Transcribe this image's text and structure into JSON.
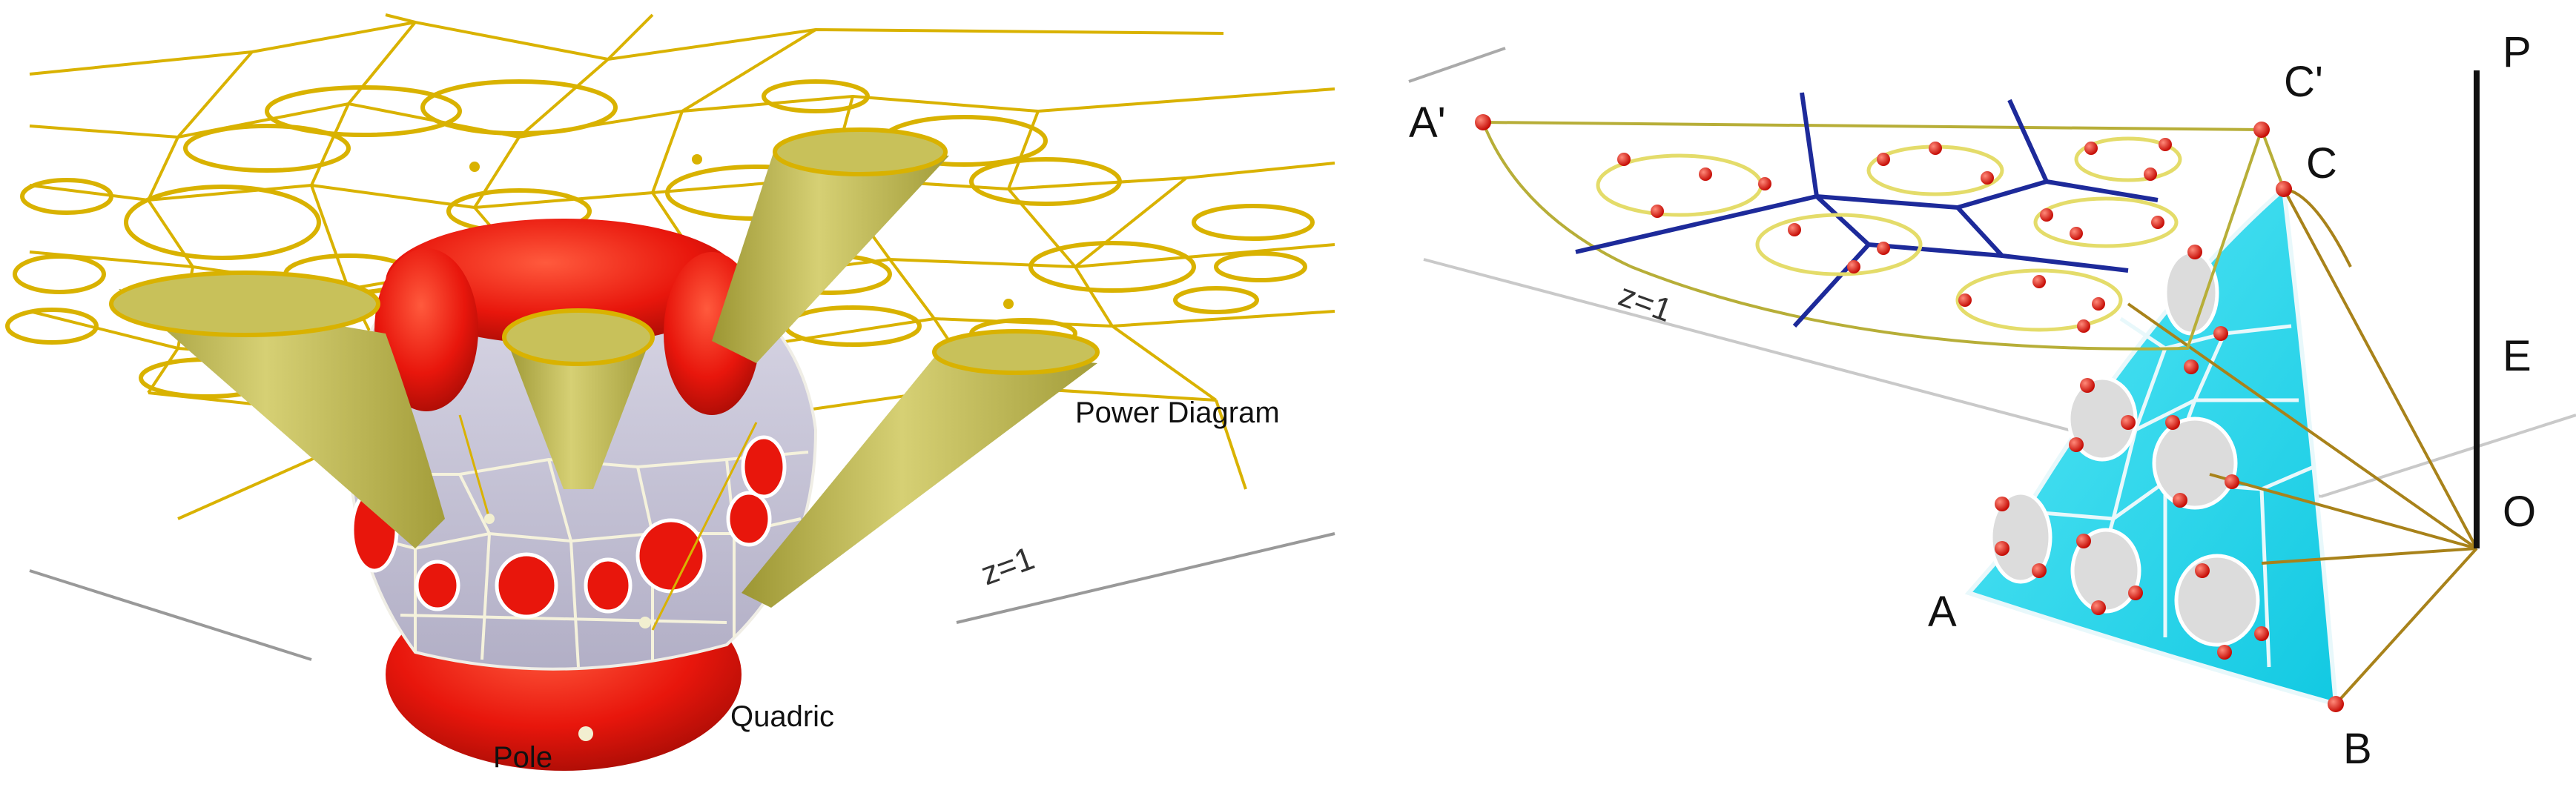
{
  "left_panel": {
    "label_power_diagram": "Power Diagram",
    "label_z": "z=1",
    "label_quadric": "Quadric",
    "label_pole": "Pole"
  },
  "right_panel": {
    "label_a_prime": "A'",
    "label_c_prime": "C'",
    "label_c": "C",
    "label_z": "z=1",
    "label_p": "P",
    "label_e": "E",
    "label_o": "O",
    "label_a": "A",
    "label_b": "B"
  },
  "colors": {
    "gold": "#d9b200",
    "cone": "#b9b243",
    "sphere_red": "#e8160c",
    "facet_gray": "#c6c3d6",
    "navy": "#1d2a9a",
    "cyan": "#2ed8ee",
    "point_red": "#e01a12",
    "edge_brown": "#a8821a"
  }
}
